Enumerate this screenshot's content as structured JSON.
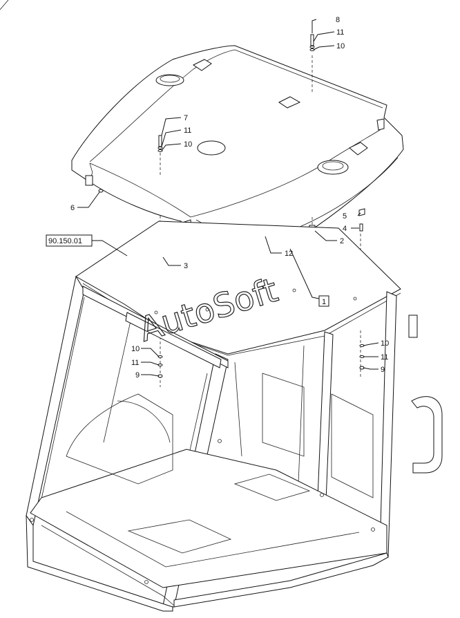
{
  "reference_box": "90.150.01",
  "callout_box": "1",
  "watermark": "AutoSoft",
  "callouts": {
    "c8": "8",
    "c11a": "11",
    "c10a": "10",
    "c7": "7",
    "c11b": "11",
    "c10b": "10",
    "c6": "6",
    "c3": "3",
    "c12": "12",
    "c2": "2",
    "c4": "4",
    "c5": "5",
    "c10c": "10",
    "c11c": "11",
    "c9a": "9",
    "c10d": "10",
    "c11d": "11",
    "c9b": "9"
  }
}
